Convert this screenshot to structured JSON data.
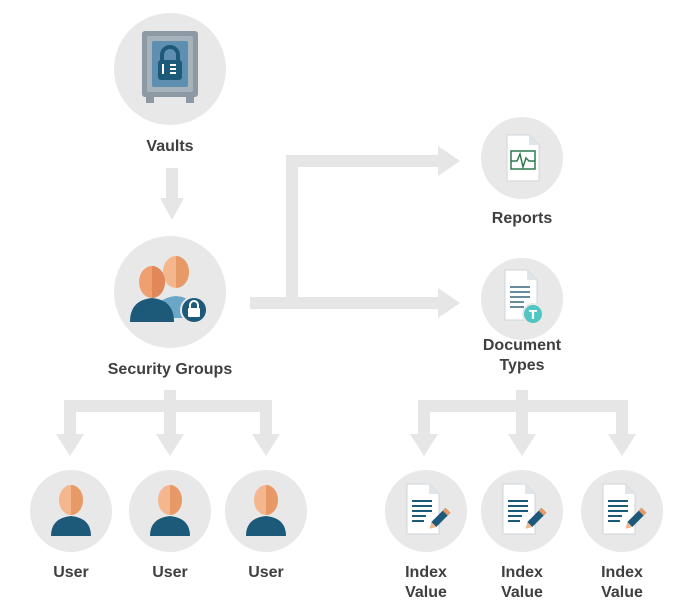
{
  "diagram": {
    "vaults": {
      "label": "Vaults",
      "icon": "safe-icon"
    },
    "security_groups": {
      "label": "Security Groups",
      "icon": "user-group-lock-icon"
    },
    "reports": {
      "label": "Reports",
      "icon": "report-document-icon"
    },
    "document_types": {
      "label_line1": "Document",
      "label_line2": "Types",
      "icon": "document-type-icon"
    },
    "users": [
      {
        "label": "User",
        "icon": "user-icon"
      },
      {
        "label": "User",
        "icon": "user-icon"
      },
      {
        "label": "User",
        "icon": "user-icon"
      }
    ],
    "index_values": [
      {
        "label_line1": "Index",
        "label_line2": "Value",
        "icon": "document-edit-icon"
      },
      {
        "label_line1": "Index",
        "label_line2": "Value",
        "icon": "document-edit-icon"
      },
      {
        "label_line1": "Index",
        "label_line2": "Value",
        "icon": "document-edit-icon"
      }
    ]
  },
  "colors": {
    "arrow": "#e6e6e6",
    "circle": "#e8e8e8",
    "label": "#3f3f3f",
    "skin": "#f0a070",
    "shirt": "#1d5a7a",
    "accent_teal": "#4fc6c2",
    "safe_gray": "#8d9aa3"
  }
}
